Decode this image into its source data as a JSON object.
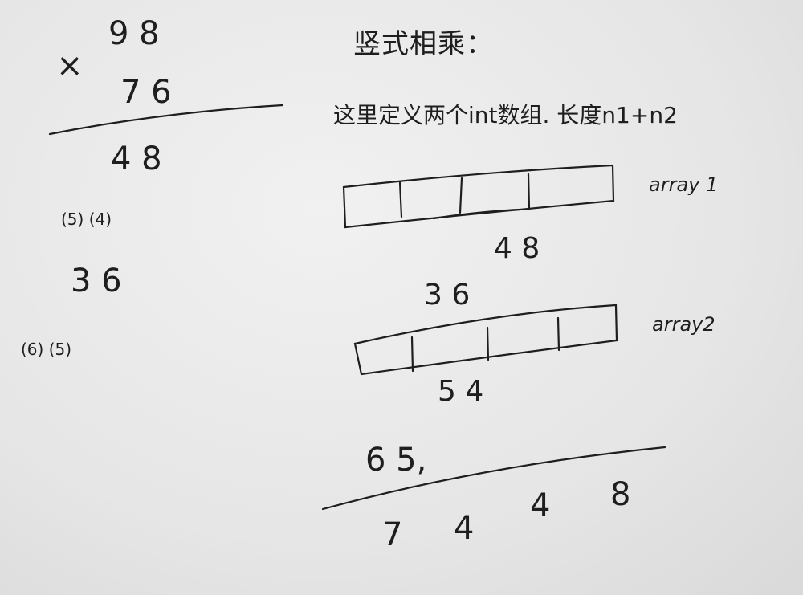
{
  "left_work": {
    "multiplicand": "9  8",
    "times_sign": "×",
    "multiplier": "7 6",
    "row1": "4 8",
    "row1_carry": "(5)  (4)",
    "row2": "3  6",
    "row2_carry": "(6)  (5)"
  },
  "right_notes": {
    "title": "竖式相乘：",
    "note": "这里定义两个int数组. 长度n1+n2",
    "array1_label": "array 1",
    "array1_digits": "4      8",
    "array2_top_digits": "3      6",
    "array2_label": "array2",
    "array2_bottom_digits": "5      4",
    "sum_carries": "6    5,",
    "result_digits": [
      "7",
      "4",
      "4",
      "8"
    ]
  }
}
